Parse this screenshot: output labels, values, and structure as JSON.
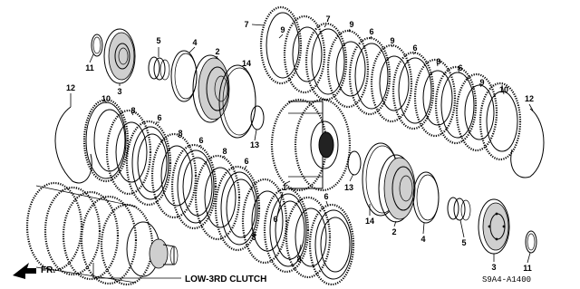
{
  "diagram": {
    "assembly_label": "LOW-3RD CLUTCH",
    "diagram_code": "S9A4-A1400",
    "direction_label": "FR.",
    "callouts": [
      {
        "id": "c11a",
        "text": "11"
      },
      {
        "id": "c3a",
        "text": "3"
      },
      {
        "id": "c5a",
        "text": "5"
      },
      {
        "id": "c4a",
        "text": "4"
      },
      {
        "id": "c2a",
        "text": "2"
      },
      {
        "id": "c14a",
        "text": "14"
      },
      {
        "id": "c13a",
        "text": "13"
      },
      {
        "id": "c12a",
        "text": "12"
      },
      {
        "id": "c10a",
        "text": "10"
      },
      {
        "id": "c8a",
        "text": "8"
      },
      {
        "id": "c6a",
        "text": "6"
      },
      {
        "id": "c8b",
        "text": "8"
      },
      {
        "id": "c6b",
        "text": "6"
      },
      {
        "id": "c8c",
        "text": "8"
      },
      {
        "id": "c6c",
        "text": "6"
      },
      {
        "id": "c8d",
        "text": "8"
      },
      {
        "id": "c6d",
        "text": "6"
      },
      {
        "id": "c8e",
        "text": "8"
      },
      {
        "id": "c6e",
        "text": "6"
      },
      {
        "id": "c1",
        "text": "1"
      },
      {
        "id": "c7a",
        "text": "7"
      },
      {
        "id": "c9a",
        "text": "9"
      },
      {
        "id": "c7b",
        "text": "7"
      },
      {
        "id": "c9b",
        "text": "9"
      },
      {
        "id": "c6f",
        "text": "6"
      },
      {
        "id": "c9c",
        "text": "9"
      },
      {
        "id": "c6g",
        "text": "6"
      },
      {
        "id": "c9d",
        "text": "9"
      },
      {
        "id": "c6h",
        "text": "6"
      },
      {
        "id": "c9e",
        "text": "9"
      },
      {
        "id": "c10b",
        "text": "10"
      },
      {
        "id": "c12b",
        "text": "12"
      },
      {
        "id": "c13b",
        "text": "13"
      },
      {
        "id": "c14b",
        "text": "14"
      },
      {
        "id": "c2b",
        "text": "2"
      },
      {
        "id": "c4b",
        "text": "4"
      },
      {
        "id": "c5b",
        "text": "5"
      },
      {
        "id": "c3b",
        "text": "3"
      },
      {
        "id": "c11b",
        "text": "11"
      }
    ]
  }
}
